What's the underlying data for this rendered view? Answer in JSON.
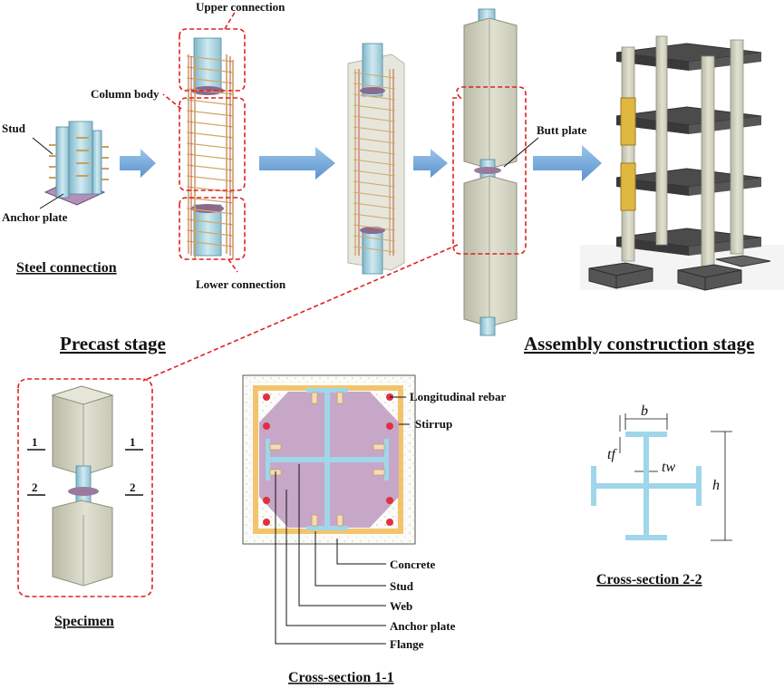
{
  "labels": {
    "stud": "Stud",
    "anchor_plate": "Anchor plate",
    "steel_connection": "Steel connection",
    "upper_connection": "Upper connection",
    "column_body": "Column body",
    "lower_connection": "Lower connection",
    "butt_plate": "Butt plate",
    "precast_stage": "Precast stage",
    "assembly_stage": "Assembly construction stage",
    "specimen": "Specimen",
    "sec1_left": "1",
    "sec1_right": "1",
    "sec2_left": "2",
    "sec2_right": "2",
    "longitudinal_rebar": "Longitudinal rebar",
    "stirrup": "Stirrup",
    "concrete": "Concrete",
    "stud2": "Stud",
    "web": "Web",
    "anchor_plate2": "Anchor plate",
    "flange": "Flange",
    "cross_section_11": "Cross-section 1-1",
    "cross_section_22": "Cross-section 2-2",
    "dim_b": "b",
    "dim_tf": "tf",
    "dim_tw": "tw",
    "dim_h": "h"
  },
  "colors": {
    "steel": "#a9d8e6",
    "concrete": "#d9d9c8",
    "stirrup": "#f5c46b",
    "anchor": "#c9a8c9",
    "rebar": "#e03040",
    "arrow": "#6fa6d9",
    "dashed": "#e02020"
  }
}
